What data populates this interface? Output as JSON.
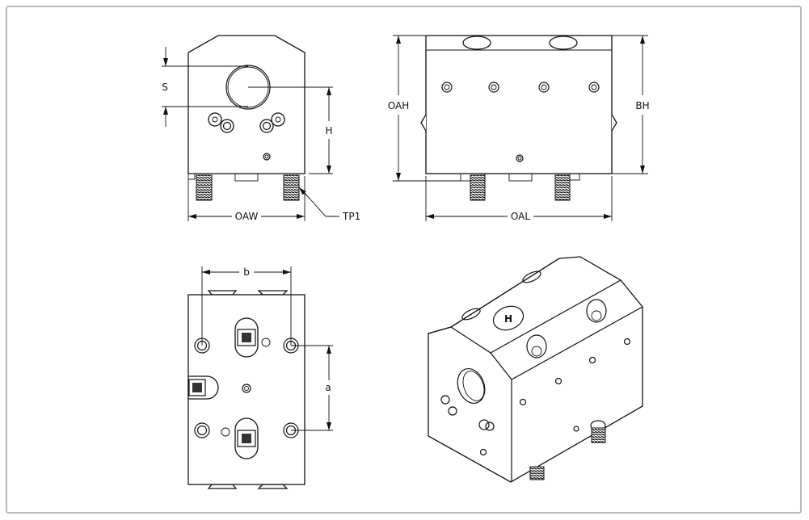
{
  "drawing": {
    "front_view": {
      "labels": {
        "s": "S",
        "h": "H",
        "oaw": "OAW",
        "tp1": "TP1"
      }
    },
    "side_view": {
      "labels": {
        "oah": "OAH",
        "bh": "BH",
        "oal": "OAL"
      }
    },
    "bottom_view": {
      "labels": {
        "b": "b",
        "a": "a"
      }
    },
    "isometric_view": {
      "logo": "H"
    }
  }
}
